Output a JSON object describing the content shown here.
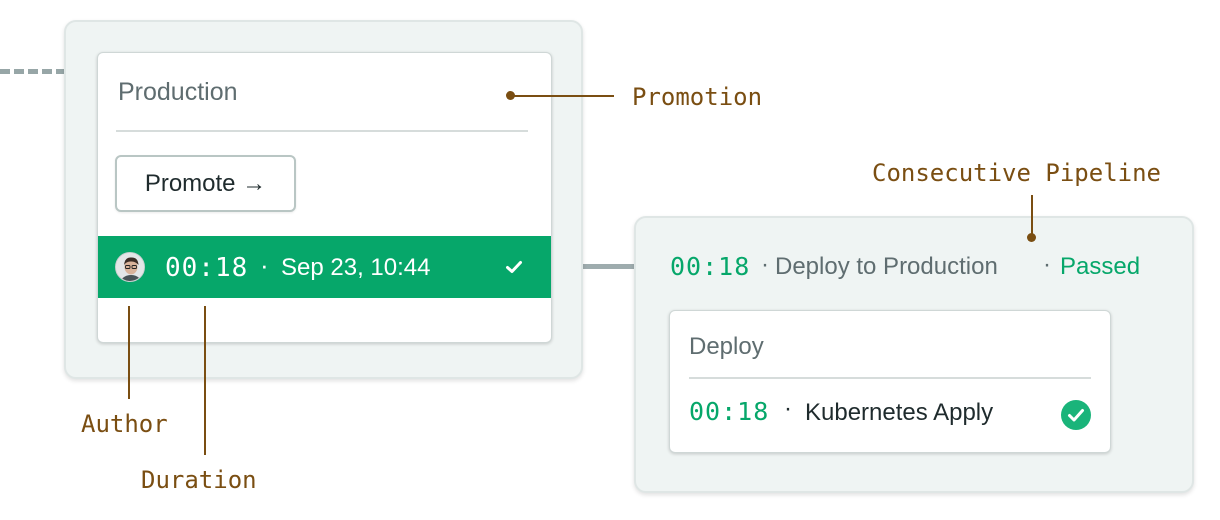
{
  "promotion_card": {
    "title": "Production",
    "button_label": "Promote →",
    "status_bar": {
      "duration": "00:18",
      "separator": "·",
      "timestamp": "Sep 23, 10:44",
      "status_icon": "check-icon"
    }
  },
  "pipeline": {
    "duration": "00:18",
    "separator": "·",
    "name": "Deploy to Production",
    "status": "Passed",
    "block": {
      "title": "Deploy",
      "job": {
        "duration": "00:18",
        "separator": "·",
        "name": "Kubernetes Apply",
        "status_icon": "check-circle-icon"
      }
    }
  },
  "annotations": {
    "promotion": "Promotion",
    "consecutive_pipeline": "Consecutive Pipeline",
    "author": "Author",
    "duration": "Duration"
  },
  "colors": {
    "success": "#06a76a",
    "annotation": "#7a4e12",
    "panel_bg": "#eff4f3"
  }
}
